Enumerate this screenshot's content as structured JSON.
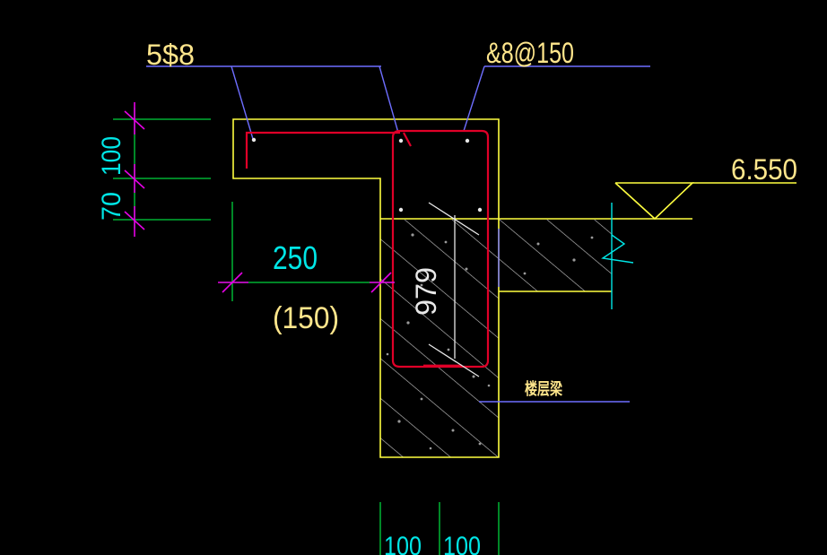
{
  "labels": {
    "top_rebar": "5$8",
    "stirrup": "&8@150",
    "elevation": "6.550",
    "dim_100_vert": "100",
    "dim_70_vert": "70",
    "dim_250": "250",
    "dim_150_paren": "(150)",
    "dim_979": "979",
    "floor_beam": "楼层梁",
    "dim_100_bottom_left": "100",
    "dim_100_bottom_right": "100"
  },
  "colors": {
    "background": "#000000",
    "yellow": "#ffff40",
    "red": "#e00028",
    "blue_leader": "#6e6eff",
    "green": "#00d23c",
    "cyan": "#00e6e6",
    "magenta": "#e600e6",
    "white": "#e8e8e8",
    "label_yellow": "#ffe68c"
  }
}
